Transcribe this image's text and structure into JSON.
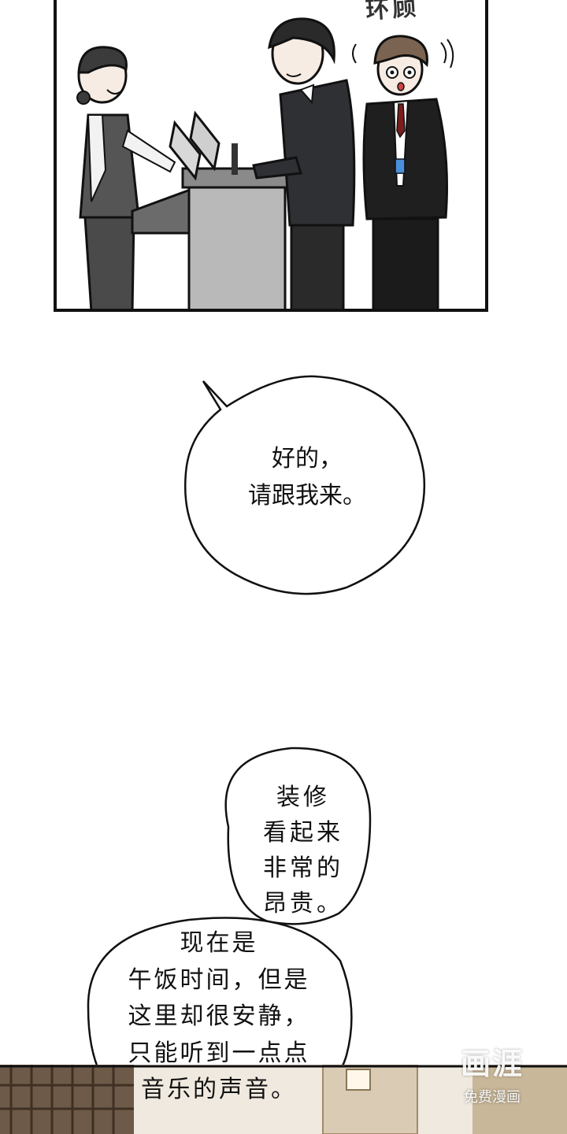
{
  "sfx_text": "环顾",
  "bubbles": {
    "first": {
      "lines": [
        "好的，",
        "请跟我来。"
      ]
    },
    "second": {
      "lines": [
        "装修",
        "看起来",
        "非常的",
        "昂贵。"
      ]
    },
    "third": {
      "lines": [
        "现在是",
        "午饭时间，但是",
        "这里却很安静，",
        "只能听到一点点",
        "音乐的声音。"
      ]
    }
  },
  "watermark": {
    "logo": "画涯",
    "subtitle": "免费漫画"
  }
}
